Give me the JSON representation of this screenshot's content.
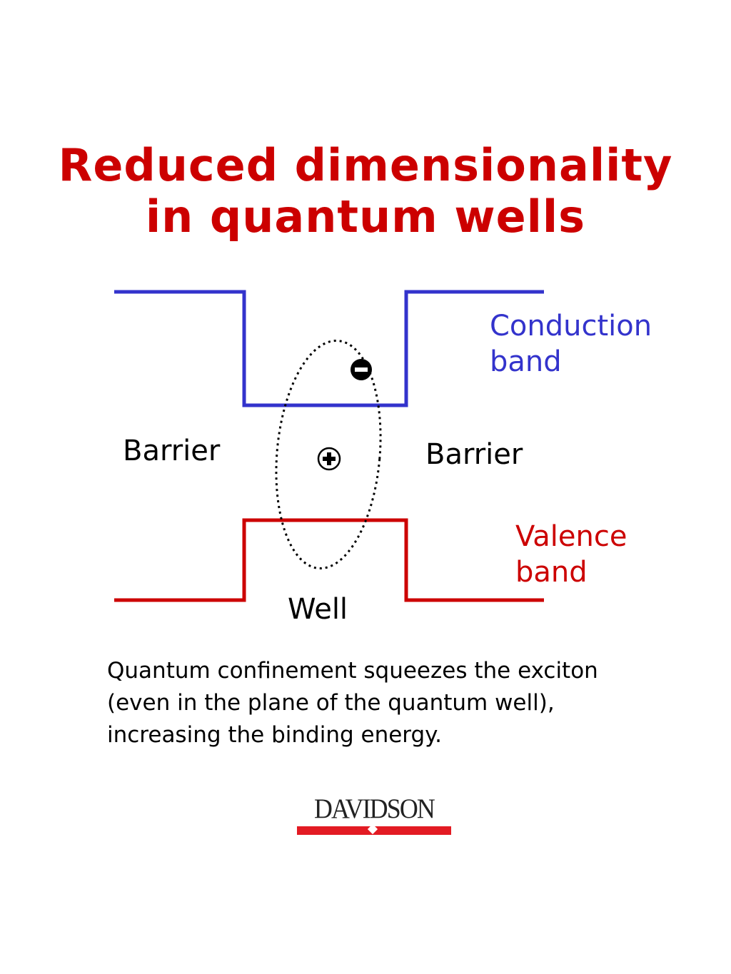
{
  "title": {
    "line1": "Reduced dimensionality",
    "line2": "in quantum wells"
  },
  "diagram": {
    "conduction_band_label": [
      "Conduction",
      "band"
    ],
    "valence_band_label": [
      "Valence",
      "band"
    ],
    "barrier_left_label": "Barrier",
    "barrier_right_label": "Barrier",
    "well_label": "Well",
    "electron_symbol": "−",
    "hole_symbol": "+",
    "colors": {
      "title": "#cc0000",
      "conduction_band": "#3333cc",
      "valence_band": "#cc0000",
      "exciton_outline": "#000000"
    }
  },
  "caption": {
    "line1": "Quantum confinement squeezes the exciton",
    "line2": "(even in the plane of the quantum well),",
    "line3": "increasing the binding energy."
  },
  "logo": {
    "text": "DAVIDSON",
    "bar_color": "#e31b23"
  }
}
